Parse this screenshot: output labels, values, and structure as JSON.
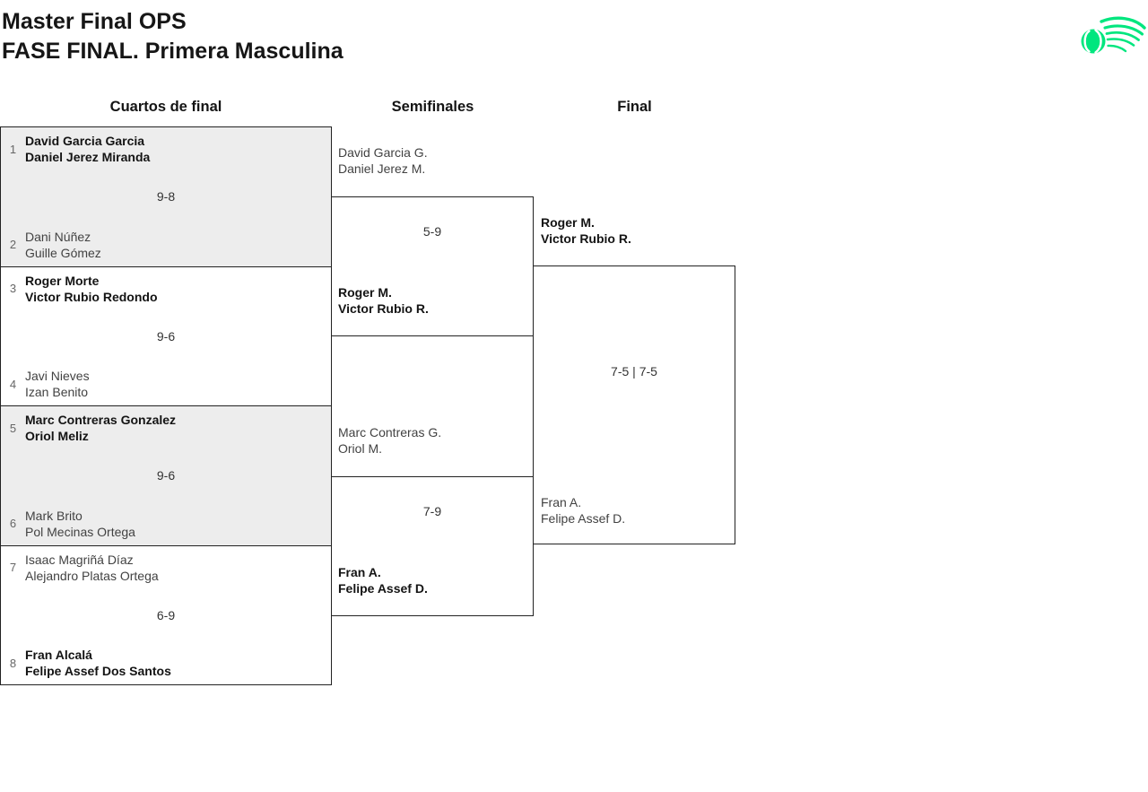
{
  "header": {
    "title_line1": "Master Final OPS",
    "title_line2": "FASE FINAL. Primera Masculina",
    "logo_color": "#00e67e"
  },
  "columns": [
    "Cuartos de final",
    "Semifinales",
    "Final"
  ],
  "bracket": {
    "quarterfinals": [
      {
        "seed1": "1",
        "team1": [
          "David Garcia Garcia",
          "Daniel Jerez Miranda"
        ],
        "team1_winner": true,
        "score": "9-8",
        "seed2": "2",
        "team2": [
          "Dani Núñez",
          "Guille Gómez"
        ],
        "team2_winner": false,
        "shaded": true
      },
      {
        "seed1": "3",
        "team1": [
          "Roger Morte",
          "Victor Rubio Redondo"
        ],
        "team1_winner": true,
        "score": "9-6",
        "seed2": "4",
        "team2": [
          "Javi Nieves",
          "Izan Benito"
        ],
        "team2_winner": false,
        "shaded": false
      },
      {
        "seed1": "5",
        "team1": [
          "Marc Contreras Gonzalez",
          "Oriol Meliz"
        ],
        "team1_winner": true,
        "score": "9-6",
        "seed2": "6",
        "team2": [
          "Mark Brito",
          "Pol Mecinas Ortega"
        ],
        "team2_winner": false,
        "shaded": true
      },
      {
        "seed1": "7",
        "team1": [
          "Isaac Magriñá Díaz",
          "Alejandro Platas Ortega"
        ],
        "team1_winner": false,
        "score": "6-9",
        "seed2": "8",
        "team2": [
          "Fran Alcalá",
          "Felipe Assef Dos Santos"
        ],
        "team2_winner": true,
        "shaded": false
      }
    ],
    "semifinals": [
      {
        "team1": [
          "David Garcia G.",
          "Daniel Jerez M."
        ],
        "team1_winner": false,
        "score": "5-9",
        "team2": [
          "Roger M.",
          "Victor Rubio R."
        ],
        "team2_winner": true
      },
      {
        "team1": [
          "Marc Contreras G.",
          "Oriol M."
        ],
        "team1_winner": false,
        "score": "7-9",
        "team2": [
          "Fran A.",
          "Felipe Assef D."
        ],
        "team2_winner": true
      }
    ],
    "final": {
      "team1": [
        "Roger M.",
        "Victor Rubio R."
      ],
      "team1_winner": true,
      "score": "7-5 | 7-5",
      "team2": [
        "Fran A.",
        "Felipe Assef D."
      ],
      "team2_winner": false
    }
  }
}
